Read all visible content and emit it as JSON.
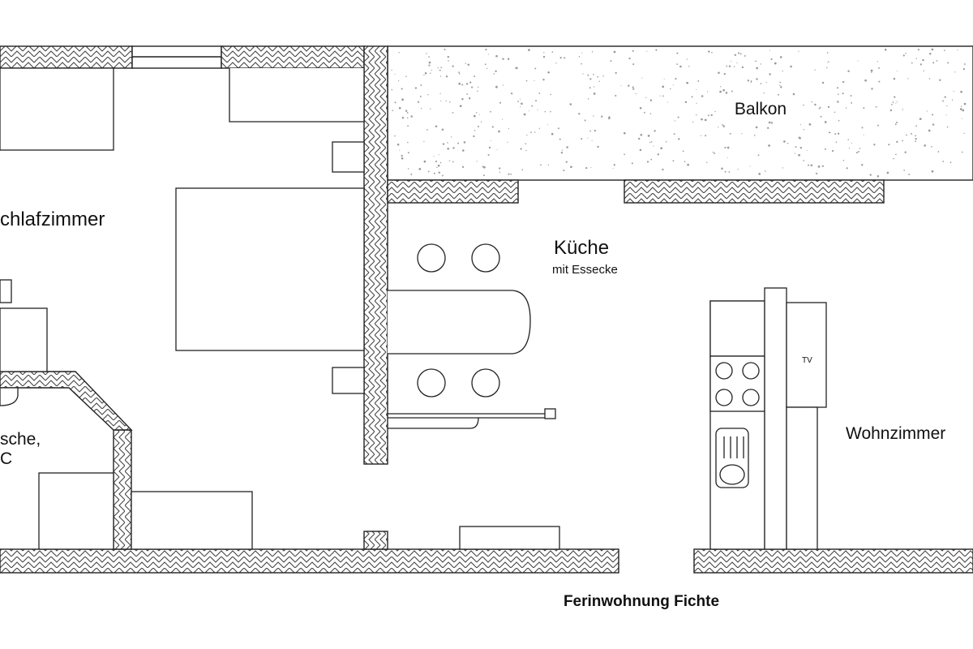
{
  "plan": {
    "caption": "Ferinwohnung Fichte",
    "rooms": {
      "balcony": "Balkon",
      "bedroom": "chlafzimmer",
      "kitchen": "Küche",
      "kitchen_sub": "mit Essecke",
      "living": "Wohnzimmer",
      "bath_line1": "sche,",
      "bath_line2": "C"
    },
    "tv_label": "TV"
  },
  "colors": {
    "line": "#222222",
    "background": "#ffffff",
    "speckle": "#9a9a9a"
  }
}
